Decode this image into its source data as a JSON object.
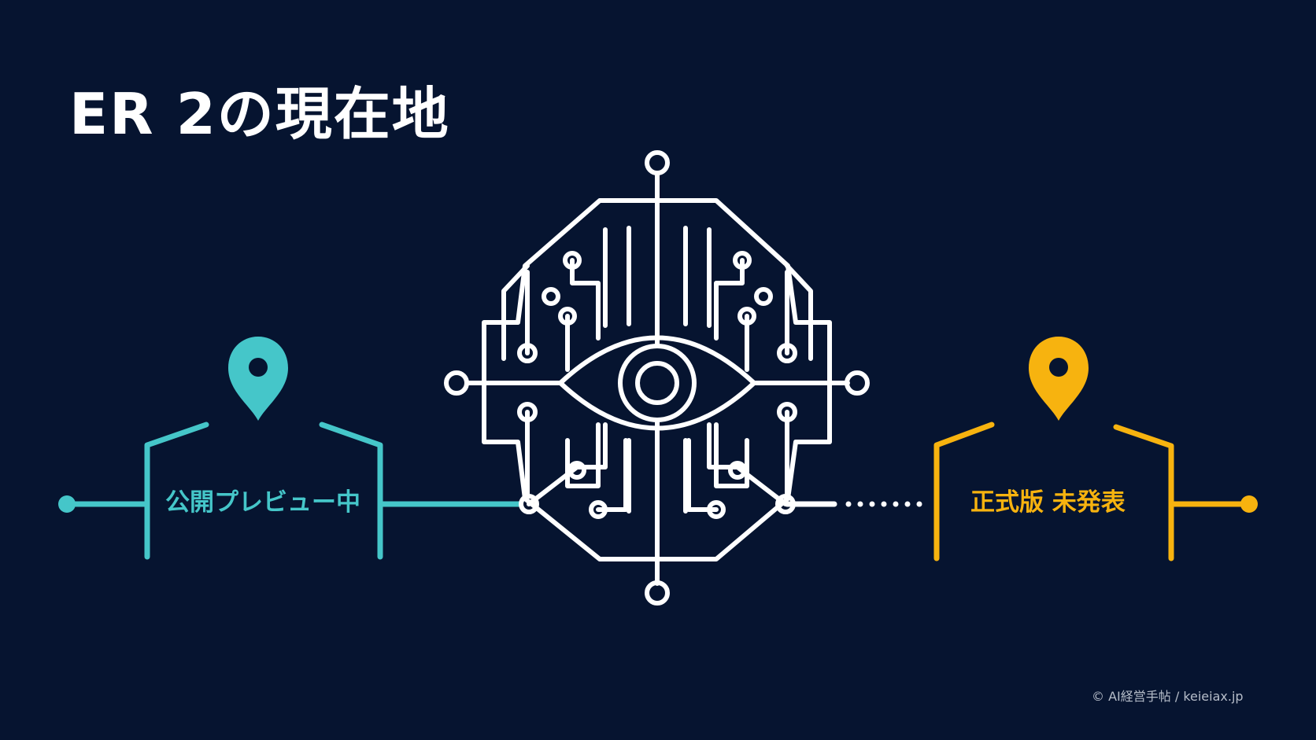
{
  "slide": {
    "title": "ER 2の現在地",
    "copyright": "© AI経営手帖 / keieiax.jp"
  },
  "timeline": {
    "current": {
      "label": "公開プレビュー中",
      "color": "#45c6c9",
      "icon": "location-pin-icon"
    },
    "future": {
      "label": "正式版 未発表",
      "color": "#f7b30f",
      "icon": "location-pin-icon"
    }
  },
  "center_graphic": {
    "icon": "ai-eye-circuit-icon",
    "color": "#ffffff"
  },
  "colors": {
    "background": "#061430",
    "current": "#45c6c9",
    "future": "#f7b30f",
    "line": "#ffffff"
  }
}
